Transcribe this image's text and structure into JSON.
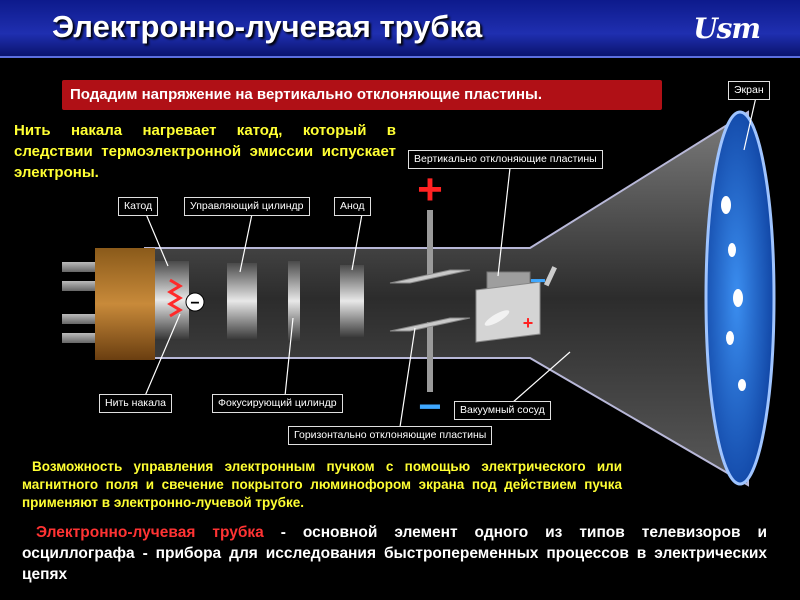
{
  "header": {
    "title": "Электронно-лучевая трубка",
    "logo": "Usm"
  },
  "banner": {
    "text": "Подадим напряжение на вертикально отклоняющие пластины."
  },
  "intro": {
    "text": "Нить накала нагревает катод, который в следствии термоэлектронной эмиссии испускает электроны."
  },
  "labels": {
    "screen": "Экран",
    "vertical_plates": "Вертикально отклоняющие пластины",
    "cathode": "Катод",
    "control_cylinder": "Управляющий цилиндр",
    "anode": "Анод",
    "filament": "Нить накала",
    "focusing_cylinder": "Фокусирующий цилиндр",
    "vacuum_vessel": "Вакуумный сосуд",
    "horizontal_plates": "Горизонтально отклоняющие пластины"
  },
  "polarity": {
    "plus": "+",
    "minus": "−",
    "electron": "−"
  },
  "feature": {
    "text": "Возможность управления электронным пучком с помощью электрического или магнитного поля и свечение покрытого люминофором экрана под действием пучка применяют в электронно-лучевой трубке."
  },
  "conclusion": {
    "highlight": "Электронно-лучевая трубка",
    "text": " - основной элемент одного из типов телевизоров и осциллографа - прибора для исследования быстропеременных процессов в электрических цепях"
  },
  "colors": {
    "header_bg": "#1f2fb0",
    "banner_bg": "#b01016",
    "text_yellow": "#ffff33",
    "accent_red": "#ff3333",
    "screen_blue": "#1e6fd8"
  }
}
